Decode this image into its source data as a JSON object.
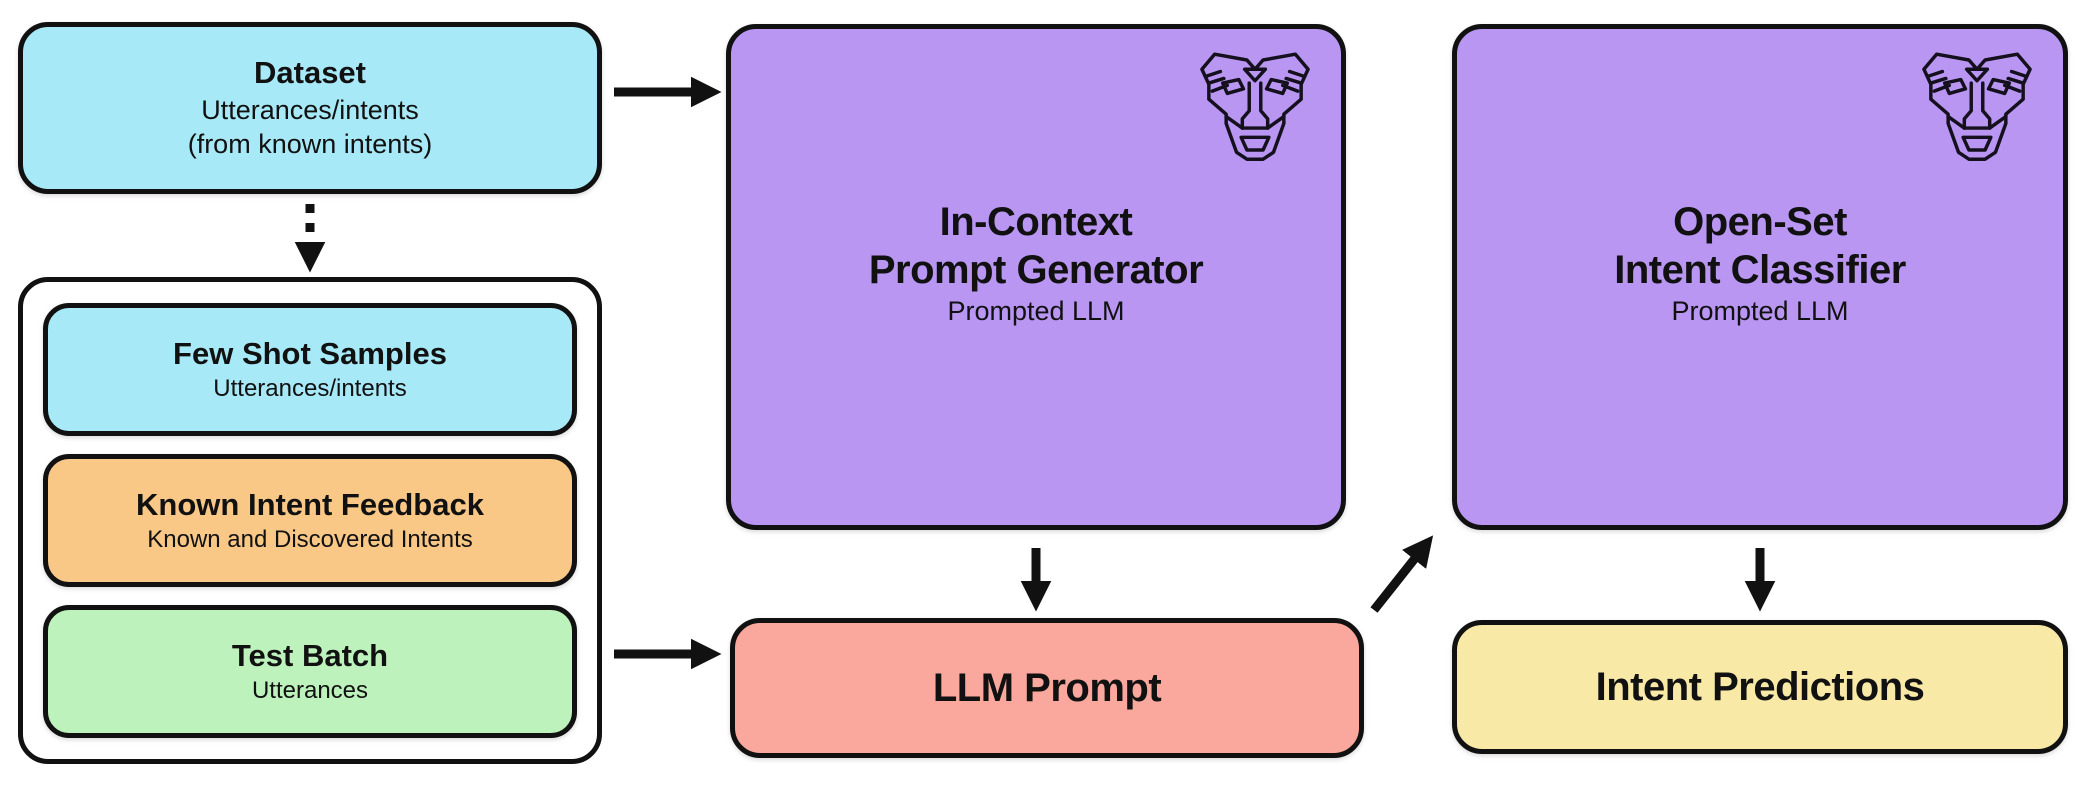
{
  "diagram": {
    "nodes": {
      "dataset": {
        "title": "Dataset",
        "lines": [
          "Utterances/intents",
          "(from known intents)"
        ]
      },
      "pipeline_inputs": {
        "few_shot": {
          "title": "Few Shot Samples",
          "subtitle": "Utterances/intents"
        },
        "known_intent_feedback": {
          "title": "Known Intent Feedback",
          "subtitle": "Known and Discovered Intents"
        },
        "test_batch": {
          "title": "Test Batch",
          "subtitle": "Utterances"
        }
      },
      "prompt_generator": {
        "title_line1": "In-Context",
        "title_line2": "Prompt Generator",
        "subtitle": "Prompted LLM",
        "icon": "autobot-transformer-icon"
      },
      "intent_classifier": {
        "title_line1": "Open-Set",
        "title_line2": "Intent Classifier",
        "subtitle": "Prompted LLM",
        "icon": "autobot-transformer-icon"
      },
      "llm_prompt": {
        "title": "LLM Prompt"
      },
      "intent_predictions": {
        "title": "Intent Predictions"
      }
    },
    "edges": [
      {
        "from": "dataset",
        "to": "prompt_generator",
        "style": "solid"
      },
      {
        "from": "dataset",
        "to": "pipeline_inputs",
        "style": "dashed"
      },
      {
        "from": "test_batch",
        "to": "llm_prompt",
        "style": "solid"
      },
      {
        "from": "prompt_generator",
        "to": "llm_prompt",
        "style": "solid"
      },
      {
        "from": "llm_prompt",
        "to": "intent_classifier",
        "style": "solid"
      },
      {
        "from": "intent_classifier",
        "to": "intent_predictions",
        "style": "solid"
      }
    ],
    "colors": {
      "cyan": "#a8e9f7",
      "orange": "#f9c887",
      "green": "#bdf2bc",
      "purple": "#b996f2",
      "salmon": "#faa89d",
      "yellow": "#f9e9a7",
      "container": "#ffffff",
      "border": "#111111",
      "arrow": "#111111"
    }
  }
}
